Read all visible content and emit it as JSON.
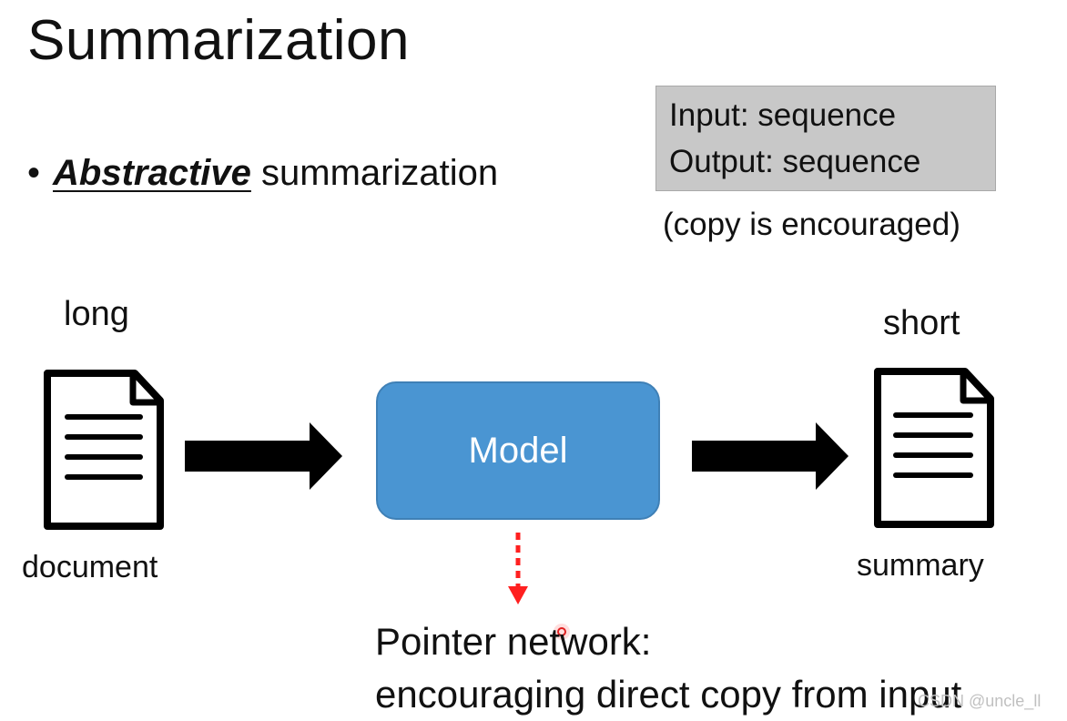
{
  "slide": {
    "title": "Summarization",
    "bullet": {
      "dot": "•",
      "emphasis": "Abstractive",
      "rest": " summarization"
    },
    "io_box": {
      "line1": "Input: sequence",
      "line2": "Output: sequence"
    },
    "copy_note": "(copy is encouraged)"
  },
  "diagram": {
    "input_top_label": "long",
    "input_bottom_label": "document",
    "model_label": "Model",
    "output_top_label": "short",
    "output_bottom_label": "summary",
    "arrow_color": "#000000",
    "model_color": "#4a95d2",
    "pointer_arrow_color": "#ff0000"
  },
  "pointer": {
    "line1": "Pointer network:",
    "line2": "encouraging direct copy from input"
  },
  "watermark": "CSDN @uncle_ll"
}
